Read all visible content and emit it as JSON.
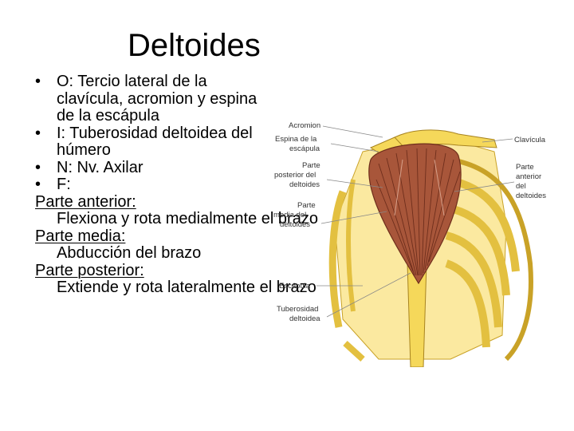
{
  "title": "Deltoides",
  "bullets": [
    {
      "symbol": "•",
      "text": "O: Tercio lateral de la clavícula, acromion y espina de la escápula"
    },
    {
      "symbol": "•",
      "text": "I: Tuberosidad deltoidea del húmero"
    },
    {
      "symbol": "•",
      "text": "N: Nv. Axilar"
    },
    {
      "symbol": "•",
      "text": "F:"
    }
  ],
  "functions": [
    {
      "heading": "Parte anterior:",
      "text": "Flexiona y rota medialmente el brazo"
    },
    {
      "heading": "Parte media:",
      "text": "Abducción del brazo"
    },
    {
      "heading": "Parte posterior:",
      "text": "Extiende y rota lateralmente el brazo"
    }
  ],
  "figure": {
    "labels_left": {
      "acromion": "Acromion",
      "espina_1": "Espina de la",
      "espina_2": "escápula",
      "posterior_1": "Parte",
      "posterior_2": "posterior del",
      "posterior_3": "deltoides",
      "media_1": "Parte",
      "media_2": "media del",
      "media_3": "deltoides",
      "escapula": "Escápula",
      "tuberosidad_1": "Tuberosidad",
      "tuberosidad_2": "deltoidea"
    },
    "labels_right": {
      "clavicula": "Clavícula",
      "anterior_1": "Parte",
      "anterior_2": "anterior",
      "anterior_3": "del",
      "anterior_4": "deltoides"
    },
    "colors": {
      "bone": "#f5d85a",
      "bone_dark": "#c9a227",
      "muscle": "#a8563a",
      "muscle_dark": "#6e2e1c",
      "leader": "#888888"
    }
  }
}
